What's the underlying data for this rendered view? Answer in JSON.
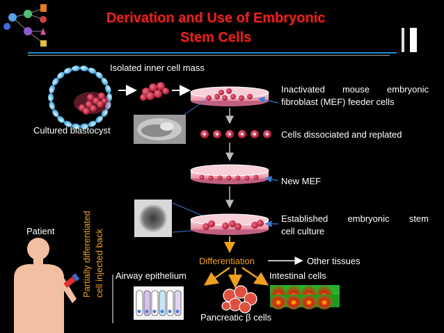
{
  "title": {
    "line1": "Derivation and Use of Embryonic",
    "line2": "Stem Cells"
  },
  "labels": {
    "isolated_icm": "Isolated inner cell mass",
    "cultured_blastocyst": "Cultured blastocyst",
    "mef_feeder_line1": "Inactivated mouse embryonic",
    "mef_feeder_line2": "fibroblast (MEF) feeder cells",
    "dissociated": "Cells dissociated and replated",
    "new_mef": "New MEF",
    "established_line1": "Established embryonic stem",
    "established_line2": "cell culture",
    "patient": "Patient",
    "injected_line1": "Partially differentiated",
    "injected_line2": "cell injected back",
    "differentiation": "Differentiation",
    "other_tissues": "Other tissues",
    "airway": "Airway epithelium",
    "intestinal": "Intestinal cells",
    "pancreatic": "Pancreatic β cells"
  },
  "colors": {
    "background": "#000000",
    "title": "#e0231f",
    "accent_orange": "#f0a020",
    "pointer_blue": "#3a7bd5",
    "cell_red": "#c0243a",
    "dish_pink": "#f3b4c0",
    "skin": "#f2c0a0"
  },
  "icons": [
    "stem-cell-diagram-icon",
    "blastocyst-icon",
    "inner-cell-mass-icon",
    "petri-dish-icon",
    "embryoid-body-icon",
    "human-figure-icon",
    "syringe-icon"
  ]
}
